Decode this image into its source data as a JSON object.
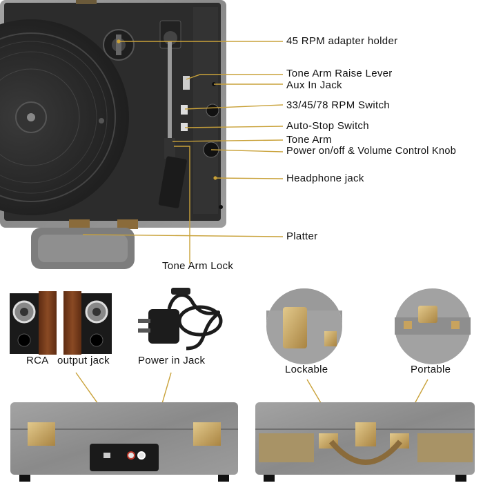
{
  "top_labels": {
    "adapter": "45 RPM adapter holder",
    "raise_lever": "Tone Arm Raise Lever",
    "aux": "Aux In Jack",
    "speed_switch": "33/45/78 RPM Switch",
    "auto_stop": "Auto-Stop Switch",
    "tone_arm": "Tone Arm",
    "power_volume": "Power on/off & Volume Control Knob",
    "headphone": "Headphone jack",
    "platter": "Platter",
    "arm_lock": "Tone Arm Lock"
  },
  "bottom_labels": {
    "rca": "RCA",
    "output": "output jack",
    "power_jack": "Power in Jack",
    "lockable": "Lockable",
    "portable": "Portable"
  },
  "colors": {
    "case_grey": "#8f8f8f",
    "deck_black": "#2a2a2a",
    "callout_gold": "#c9a23a",
    "speaker_wood": "#7a3e1f",
    "latch_brass": "#c8a35e"
  }
}
